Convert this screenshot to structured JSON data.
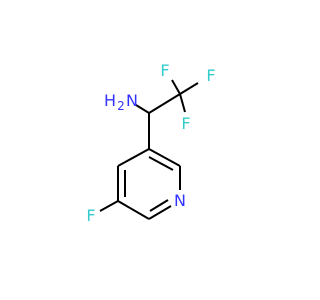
{
  "molecule": {
    "atoms": {
      "amine": {
        "label": "H",
        "subscript": "2",
        "suffix": "N",
        "color": "#3333ff"
      },
      "fluorine_1": {
        "label": "F",
        "color": "#33cccc"
      },
      "fluorine_2": {
        "label": "F",
        "color": "#33cccc"
      },
      "fluorine_3": {
        "label": "F",
        "color": "#33cccc"
      },
      "fluorine_ring": {
        "label": "F",
        "color": "#33cccc"
      },
      "ring_nitrogen": {
        "label": "N",
        "color": "#3333ff"
      }
    },
    "bond_color": "#000000"
  }
}
